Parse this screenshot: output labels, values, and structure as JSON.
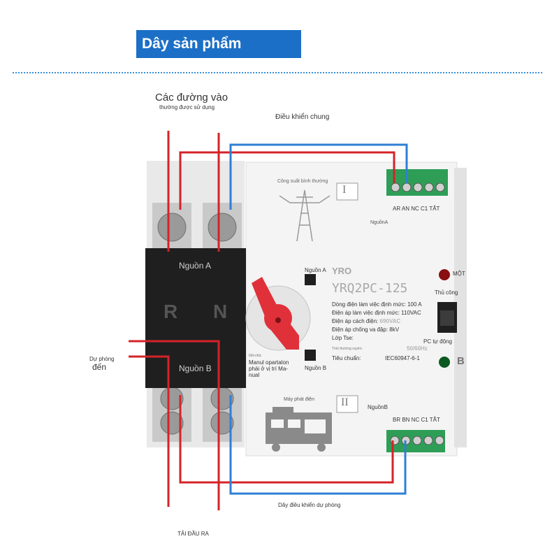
{
  "banner": {
    "title": "Dây sản phẩm"
  },
  "labels": {
    "input_lines": "Các đường vào",
    "input_lines_sub": "thường được sử dụng",
    "common_control": "Điều khiển chung",
    "normal_power": "Công suất bình thường",
    "top_terminals": "AR AN NC C1 TẮT",
    "source_a_top": "NguồnA",
    "source_a_panel": "Nguồn A",
    "source_a_small": "Nguồn A",
    "source_b_panel": "Nguồn B",
    "source_b_small": "Nguồn B",
    "source_b_bottom": "NguồnB",
    "pole_r": "R",
    "pole_n": "N",
    "backup_to": "Dự phòng",
    "backup_to_2": "đến",
    "generator": "Máy phát điện",
    "bottom_terminals": "BR BN NC C1 TẮT",
    "backup_control_wire": "Dây điều khiển dự phòng",
    "output_load": "TẢI ĐẦU RA",
    "roman_one": "I",
    "roman_two": "II",
    "one": "MỘT",
    "manual": "Thủ công",
    "pc_auto": "PC tự động",
    "b_letter": "B",
    "note_label": "Ghi chú:",
    "note_text_1": "Manul opartalon",
    "note_text_2": "phải ở vị trí Ma-",
    "note_text_3": "nual"
  },
  "device": {
    "brand": "YRO",
    "model": "YRQ2PC-125",
    "specs": [
      {
        "text": "Dòng điện làm việc định mức: 100 A"
      },
      {
        "text": "Điện áp làm việc định mức:  110VAC"
      },
      {
        "text": "Điện áp cách điện:"
      },
      {
        "text": "Điện áp chống va đập: 8kV"
      },
      {
        "text": "Lớp Tse:"
      }
    ],
    "insulation_value": "690VAC",
    "frequency_label": "Tính thường xuyên:",
    "frequency_value": "50/60Hz",
    "standard_label": "Tiêu chuẩn:",
    "standard_value": "IEC60947-6-1"
  },
  "colors": {
    "banner": "#1c6fc6",
    "live_wire": "#d42328",
    "control_wire": "#2f7fd4",
    "terminal_green": "#2e9e57",
    "knob_red": "#e0313a"
  }
}
